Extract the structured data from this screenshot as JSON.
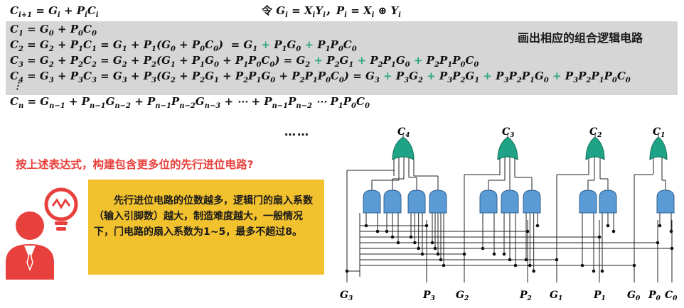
{
  "equations": {
    "carry_recurrence": {
      "lhs": "C",
      "lhs_sub": "i+1",
      "rhs": "= G<sub>i</sub> + P<sub>i</sub>C<sub>i</sub>"
    },
    "definition": {
      "prefix": "令",
      "body": "G<sub>i</sub> = X<sub>i</sub>Y<sub>i</sub>，P<sub>i</sub> = X<sub>i</sub> ⊕ Y<sub>i</sub>"
    },
    "c1": "C<sub>1</sub> = G<sub>0</sub> + P<sub>0</sub>C<sub>0</sub>",
    "c2": "C<sub>2</sub> = G<sub>2</sub> + P<sub>1</sub>C<sub>1</sub> = G<sub>1</sub> + P<sub>1</sub>(G<sub>0</sub> + P<sub>0</sub>C<sub>0</sub>) &nbsp;= G<sub>1</sub> <span class='plus'>+</span> P<sub>1</sub>G<sub>0</sub> <span class='plus'>+</span> P<sub>1</sub>P<sub>0</sub>C<sub>0</sub>",
    "c3": "C<sub>3</sub> = G<sub>2</sub> + P<sub>2</sub>C<sub>2</sub> = G<sub>2</sub> + P<sub>2</sub>(G<sub>1</sub> + P<sub>1</sub>G<sub>0</sub> + P<sub>1</sub>P<sub>0</sub>C<sub>0</sub>) = G<sub>2</sub> <span class='plus'>+</span> P<sub>2</sub>G<sub>1</sub> <span class='plus'>+</span> P<sub>2</sub>P<sub>1</sub>G<sub>0</sub> <span class='plus'>+</span> P<sub>2</sub>P<sub>1</sub>P<sub>0</sub>C<sub>0</sub>",
    "c4": "C<sub>4</sub> = G<sub>3</sub> + P<sub>3</sub>C<sub>3</sub> = G<sub>3</sub> + P<sub>3</sub>(G<sub>2</sub> + P<sub>2</sub>G<sub>1</sub> + P<sub>2</sub>P<sub>1</sub>G<sub>0</sub> + P<sub>2</sub>P<sub>1</sub>P<sub>0</sub>C<sub>0</sub>) = G<sub>3</sub> <span class='plus'>+</span> P<sub>3</sub>G<sub>2</sub> <span class='plus'>+</span> P<sub>3</sub>P<sub>2</sub>G<sub>1</sub> <span class='plus'>+</span> P<sub>3</sub>P<sub>2</sub>P<sub>1</sub>G<sub>0</sub> <span class='plus'>+</span> P<sub>3</sub>P<sub>2</sub>P<sub>1</sub>P<sub>0</sub>C<sub>0</sub>",
    "vdots": "⋮",
    "cn": "C<sub>n</sub> = G<sub>n−1</sub> + P<sub>n−1</sub>G<sub>n−2</sub> + P<sub>n−1</sub>P<sub>n−2</sub>G<sub>n−3</sub> + ⋯ + P<sub>n−1</sub>P<sub>n−2</sub> ⋯ P<sub>1</sub>P<sub>0</sub>C<sub>0</sub>"
  },
  "right_title": "画出相应的组合逻辑电路",
  "ellipsis": "……",
  "question": "按上述表达式，构建包含更多位的先行进位电路?",
  "note": "先行进位电路的位数越多，逻辑门的扇入系数（输入引脚数）越大，制造难度越大，一般情况下，门电路的扇入系数为1~5，最多不超过8。",
  "colors": {
    "or_gate": "#1fa386",
    "and_gate": "#5b9bd5",
    "note_bg": "#f2c12e",
    "question": "#e8403c",
    "band": "#d6d6d6",
    "plus": "#2aa676",
    "icon": "#e8403c"
  },
  "circuit": {
    "outputs": [
      {
        "base": "C",
        "sub": "4"
      },
      {
        "base": "C",
        "sub": "3"
      },
      {
        "base": "C",
        "sub": "2"
      },
      {
        "base": "C",
        "sub": "1"
      }
    ],
    "inputs": [
      {
        "base": "G",
        "sub": "3"
      },
      {
        "base": "P",
        "sub": "3"
      },
      {
        "base": "G",
        "sub": "2"
      },
      {
        "base": "P",
        "sub": "2"
      },
      {
        "base": "G",
        "sub": "1"
      },
      {
        "base": "P",
        "sub": "1"
      },
      {
        "base": "G",
        "sub": "0"
      },
      {
        "base": "P",
        "sub": "0"
      },
      {
        "base": "C",
        "sub": "0"
      }
    ],
    "icons": [
      "person-icon",
      "lightbulb-icon"
    ]
  }
}
